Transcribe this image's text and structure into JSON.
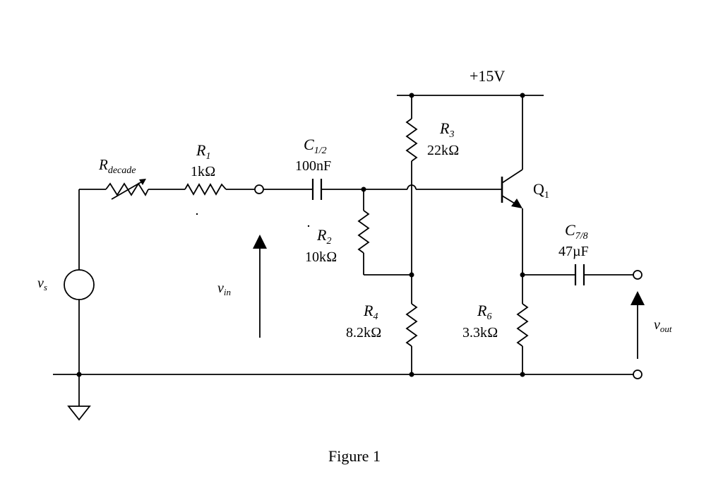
{
  "supply": "+15V",
  "caption": "Figure 1",
  "components": {
    "rdecade": {
      "name": "R",
      "sub": "decade"
    },
    "r1": {
      "name": "R",
      "sub": "1",
      "value": "1kΩ"
    },
    "c12": {
      "name": "C",
      "sub": "1/2",
      "value": "100nF"
    },
    "r2": {
      "name": "R",
      "sub": "2",
      "value": "10kΩ"
    },
    "r3": {
      "name": "R",
      "sub": "3",
      "value": "22kΩ"
    },
    "r4": {
      "name": "R",
      "sub": "4",
      "value": "8.2kΩ"
    },
    "r6": {
      "name": "R",
      "sub": "6",
      "value": "3.3kΩ"
    },
    "c78": {
      "name": "C",
      "sub": "7/8",
      "value": "47µF"
    },
    "q1": {
      "name": "Q",
      "sub": "1"
    }
  },
  "signals": {
    "vs": {
      "name": "v",
      "sub": "s"
    },
    "vin": {
      "name": "v",
      "sub": "in"
    },
    "vout": {
      "name": "v",
      "sub": "out"
    }
  }
}
